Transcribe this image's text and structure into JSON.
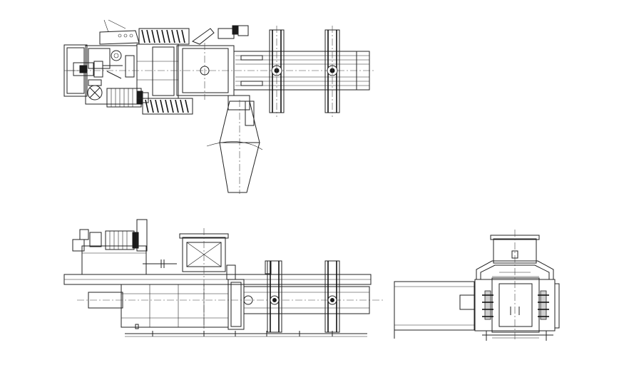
{
  "drawing": {
    "background": "#ffffff",
    "line_color": "#222222",
    "views": [
      "plan-view",
      "side-elevation",
      "end-elevation"
    ]
  }
}
